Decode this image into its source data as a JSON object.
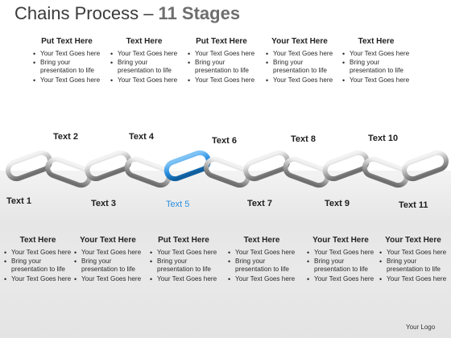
{
  "title": {
    "main": "Chains Process",
    "dash": " – ",
    "sub": "11 Stages"
  },
  "top_blocks": [
    {
      "heading": "Put Text Here",
      "bullets": [
        "Your Text Goes here",
        "Bring your presentation to life",
        "Your Text Goes here"
      ]
    },
    {
      "heading": "Text Here",
      "bullets": [
        "Your Text Goes here",
        "Bring your presentation to life",
        "Your Text Goes here"
      ]
    },
    {
      "heading": "Put Text Here",
      "bullets": [
        "Your Text Goes here",
        "Bring your presentation to life",
        "Your Text Goes here"
      ]
    },
    {
      "heading": "Your Text Here",
      "bullets": [
        "Your Text Goes here",
        "Bring your presentation to life",
        "Your Text Goes here"
      ]
    },
    {
      "heading": "Text Here",
      "bullets": [
        "Your Text Goes here",
        "Bring your presentation to life",
        "Your Text Goes here"
      ]
    }
  ],
  "stage_labels": [
    "Text 1",
    "Text 2",
    "Text 3",
    "Text 4",
    "Text 5",
    "Text 6",
    "Text 7",
    "Text 8",
    "Text 9",
    "Text 10",
    "Text 11"
  ],
  "highlight_stage_index": 4,
  "bottom_blocks": [
    {
      "heading": "Text Here",
      "bullets": [
        "Your Text Goes here",
        "Bring your presentation to life",
        "Your Text Goes here"
      ]
    },
    {
      "heading": "Your Text Here",
      "bullets": [
        "Your Text Goes here",
        "Bring your presentation to life",
        "Your Text Goes here"
      ]
    },
    {
      "heading": "Put Text Here",
      "bullets": [
        "Your Text Goes here",
        "Bring your presentation to life",
        "Your Text Goes here"
      ]
    },
    {
      "heading": "Text Here",
      "bullets": [
        "Your Text Goes here",
        "Bring your presentation to life",
        "Your Text Goes here"
      ]
    },
    {
      "heading": "Your Text Here",
      "bullets": [
        "Your Text Goes here",
        "Bring your presentation to life",
        "Your Text Goes here"
      ]
    },
    {
      "heading": "Your Text Here",
      "bullets": [
        "Your Text Goes here",
        "Bring your presentation to life",
        "Your Text Goes here"
      ]
    }
  ],
  "footer": {
    "logo": "Your Logo"
  },
  "colors": {
    "chain_silver": "#b9b9b9",
    "chain_highlight": "#2a8fe0",
    "active_label": "#2a8fe0"
  }
}
